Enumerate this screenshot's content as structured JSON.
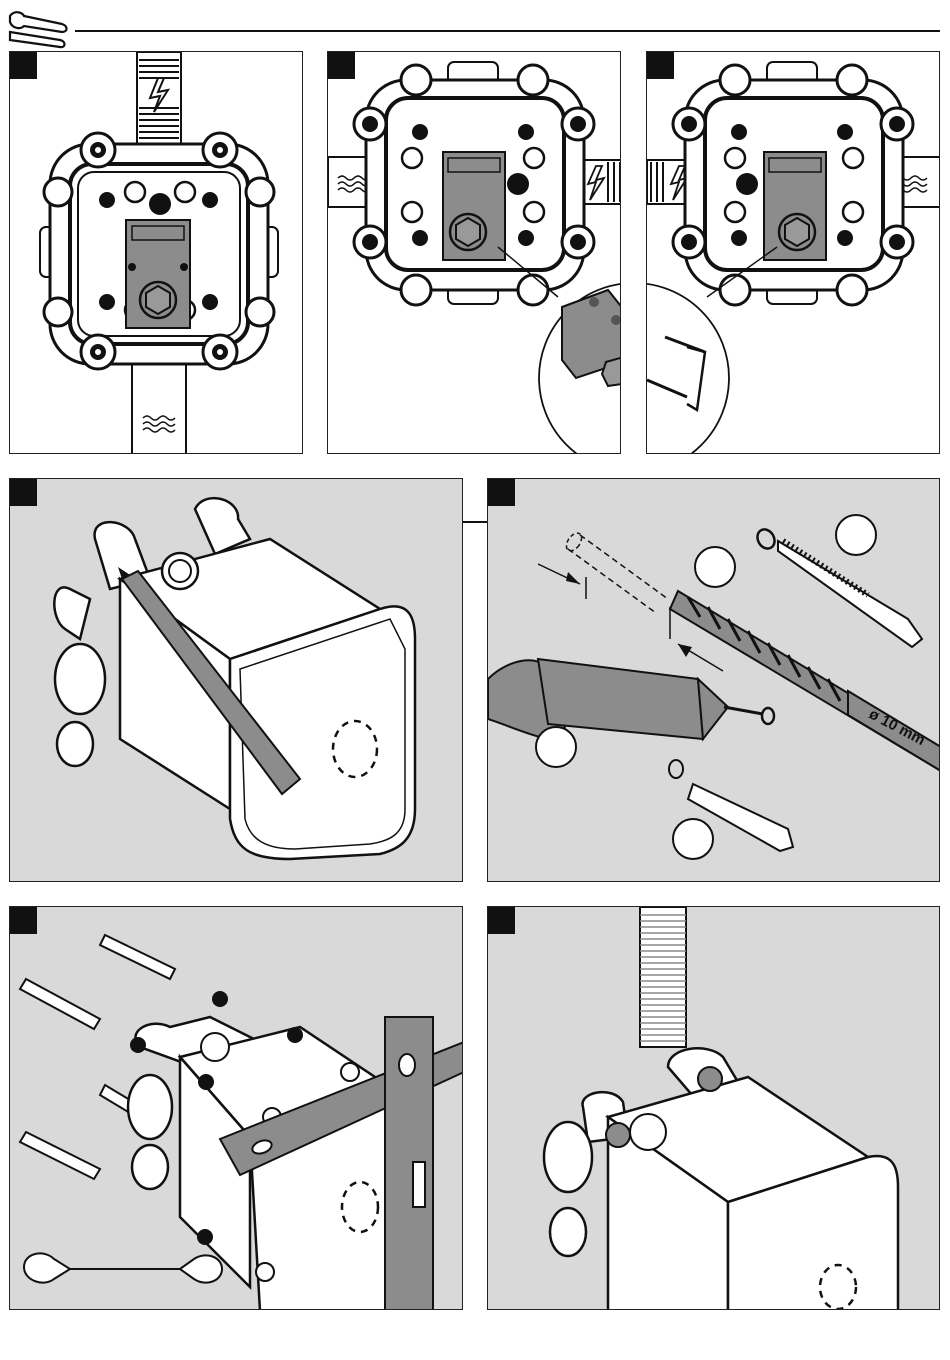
{
  "header": {
    "tool_icon": "wrench-screwdriver-icon"
  },
  "panels": [
    {
      "id": "p1",
      "icon": "electric-hazard-icon"
    },
    {
      "id": "p2",
      "icon": "electric-hazard-icon"
    },
    {
      "id": "p3",
      "icon": "electric-hazard-icon"
    },
    {
      "id": "p4",
      "icon": "pencil-icon"
    },
    {
      "id": "p5",
      "icon": "drill-bit-icon",
      "drill_label": "ø 10 mm"
    },
    {
      "id": "p6",
      "icon": "spirit-level-icon",
      "wrench_icon": "open-end-wrench-icon"
    },
    {
      "id": "p7",
      "icon": "conduit-icon"
    }
  ],
  "colors": {
    "panel_grey": "#d9d9d9",
    "ink": "#111111",
    "part_grey": "#8c8c8c"
  }
}
